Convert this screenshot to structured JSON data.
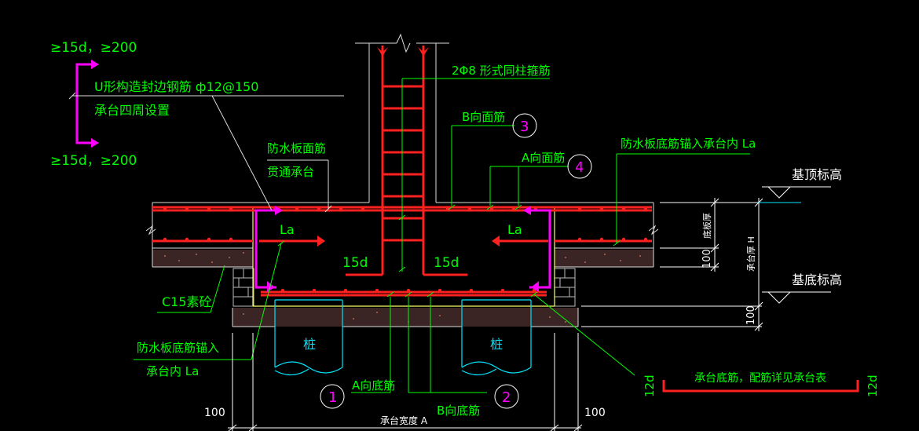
{
  "colors": {
    "background": "#000000",
    "rebar": "#ff2020",
    "leader": "#00ff00",
    "text_green": "#00ff00",
    "text_white": "#ffffff",
    "magenta": "#ff00ff",
    "cyan_pile": "#00e5ff",
    "yellow_outline": "#ffff66",
    "concrete_fill": "#3a2a2a",
    "dim_white": "#ffffff"
  },
  "legend": {
    "top_spec": "≥15d，≥200",
    "bottom_spec": "≥15d，≥200",
    "u_bar_label": "U形构造封边钢筋 ф12@150",
    "u_bar_note": "承台四周设置"
  },
  "labels": {
    "waterproof_top": "防水板面筋",
    "through_cap": "贯通承台",
    "stirrup": "2Φ8 形式同柱箍筋",
    "b_top_bar": "B向面筋",
    "a_top_bar": "A向面筋",
    "waterproof_bottom_anchor": "防水板底筋锚入承台内 La",
    "top_elevation": "基顶标高",
    "bottom_elevation": "基底标高",
    "slab_thickness": "底板厚",
    "cap_thickness": "承台厚 H",
    "dim_100_right": "100",
    "dim_100_bottom_right": "100",
    "la_left": "La",
    "la_right": "La",
    "d15_left": "15d",
    "d15_right": "15d",
    "c15": "C15素砼",
    "waterproof_bottom_left_1": "防水板底筋锚入",
    "waterproof_bottom_left_2": "承台内 La",
    "pile_left": "桩",
    "pile_right": "桩",
    "a_bottom_bar": "A向底筋",
    "b_bottom_bar": "B向底筋",
    "cap_width": "承台宽度 A",
    "dim_100_left": "100",
    "dim_100_right_bottom": "100",
    "cap_bottom_note": "承台底筋，配筋详见承台表",
    "d12_left": "12d",
    "d12_right": "12d",
    "marker_1": "1",
    "marker_2": "2",
    "marker_3": "3",
    "marker_4": "4"
  }
}
